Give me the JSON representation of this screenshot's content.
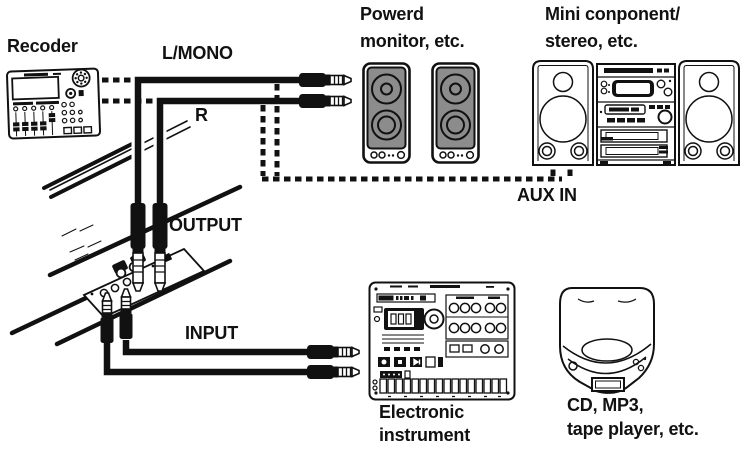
{
  "labels": {
    "recorder": "Recoder",
    "cable_l_mono": "L/MONO",
    "cable_r": "R",
    "powered_monitor": "Powerd\nmonitor, etc.",
    "mini_component": "Mini conponent/\nstereo, etc.",
    "aux_in": "AUX IN",
    "output": "OUTPUT",
    "input": "INPUT",
    "electronic_instrument": "Electronic\ninstrument",
    "cd_player": "CD, MP3,\ntape player, etc."
  },
  "colors": {
    "ink": "#111111",
    "background": "#ffffff",
    "speaker_gray": "#8c8c8c"
  },
  "illustrations": [
    "recorder",
    "powered-monitors",
    "mini-component-stereo",
    "keyboard-rear-panel",
    "electronic-instrument",
    "cd-player"
  ]
}
